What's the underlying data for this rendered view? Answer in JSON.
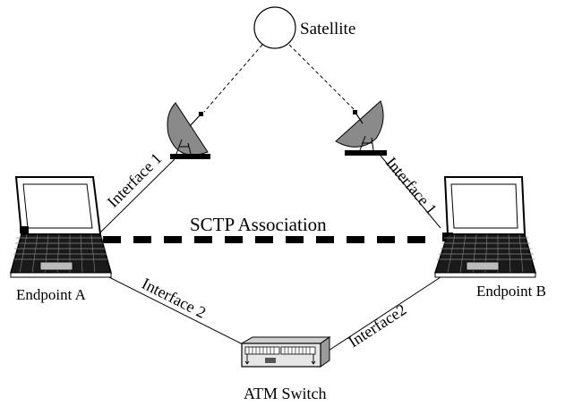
{
  "nodes": {
    "satellite": "Satellite",
    "endpoint_a": "Endpoint A",
    "endpoint_b": "Endpoint B",
    "atm_switch": "ATM Switch"
  },
  "links": {
    "interface_1_left": "Interface 1",
    "interface_1_right": "Interface 1",
    "interface_2_left": "Interface 2",
    "interface_2_right": "Interface2",
    "association": "SCTP Association"
  }
}
